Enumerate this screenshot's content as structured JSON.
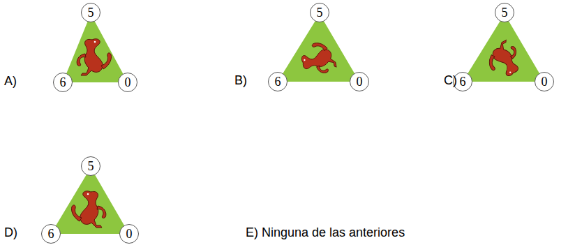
{
  "diagram": {
    "nodes": [
      {
        "text": [
          "5"
        ]
      },
      {
        "text": [
          "6"
        ]
      },
      {
        "text": [
          "0"
        ]
      },
      {
        "text": [
          "5"
        ]
      },
      {
        "text": [
          "6"
        ]
      },
      {
        "text": [
          "0"
        ]
      },
      {
        "text": [
          "5"
        ]
      },
      {
        "text": [
          "6"
        ]
      },
      {
        "text": [
          "0"
        ]
      },
      {
        "text": [
          "5"
        ]
      },
      {
        "text": [
          "6"
        ]
      },
      {
        "text": [
          "0"
        ]
      }
    ],
    "labels": [
      "A)",
      "B)",
      "C)",
      "D)",
      "E) Ninguna de las anteriores"
    ]
  }
}
